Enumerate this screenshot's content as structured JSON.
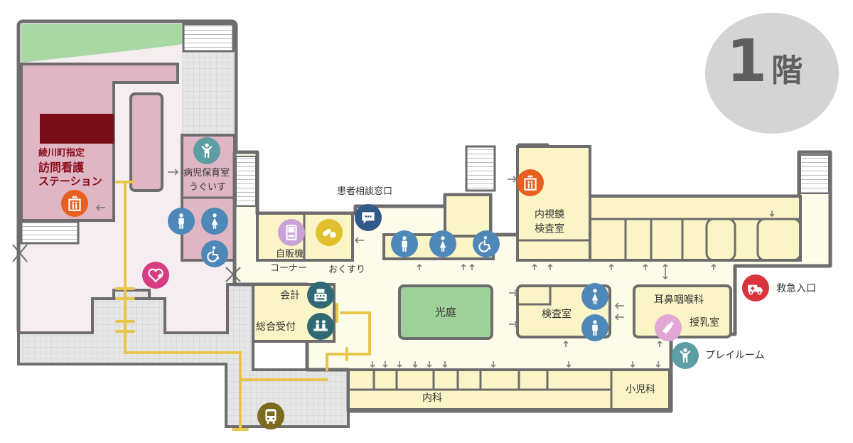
{
  "floor": {
    "number": "1",
    "suffix": "階"
  },
  "labels": {
    "visiting_nurse_1": "綾川町指定",
    "visiting_nurse_2": "訪問看護",
    "visiting_nurse_3": "ステーション",
    "sick_child_care": "病児保育室",
    "uguisu": "うぐいす",
    "patient_consult": "患者相談窓口",
    "vending_1": "自販機",
    "vending_2": "コーナー",
    "pharmacy": "おくすり",
    "endoscopy_1": "内視鏡",
    "endoscopy_2": "検査室",
    "accounting": "会計",
    "reception": "総合受付",
    "courtyard": "光庭",
    "exam_room": "検査室",
    "ent": "耳鼻咽喉科",
    "nursing_room": "授乳室",
    "emergency": "救急入口",
    "playroom": "プレイルーム",
    "internal_medicine": "内科",
    "pediatrics": "小児科"
  },
  "colors": {
    "wall": "#6d6d6d",
    "corridor": "#fdfbe9",
    "room_yellow": "#fbf4c6",
    "room_pink": "#dfb6c4",
    "room_pink_light": "#f6edf0",
    "courtyard": "#9fd19a",
    "lawn": "#a8d9a2",
    "paving": "#e4e4e4",
    "route": "#e8c54b",
    "dark_red": "#7b0d1b",
    "icon_blue": "#4d88b9",
    "icon_teal": "#5b9fa5",
    "icon_navy": "#2f5a8a",
    "icon_orange": "#e8601f",
    "icon_pink": "#d63d82",
    "icon_yellow": "#e1c02e",
    "icon_lilac": "#c8a2d6",
    "icon_red": "#d9333c",
    "icon_olive": "#7b6a20"
  },
  "icons": [
    "elevator-icon",
    "child-care-icon",
    "male-toilet-icon",
    "female-toilet-icon",
    "accessible-toilet-icon",
    "heart-plus-icon",
    "consultation-icon",
    "vending-icon",
    "medicine-icon",
    "cashier-icon",
    "reception-icon",
    "ambulance-icon",
    "baby-bottle-icon",
    "playroom-icon",
    "bus-icon"
  ]
}
